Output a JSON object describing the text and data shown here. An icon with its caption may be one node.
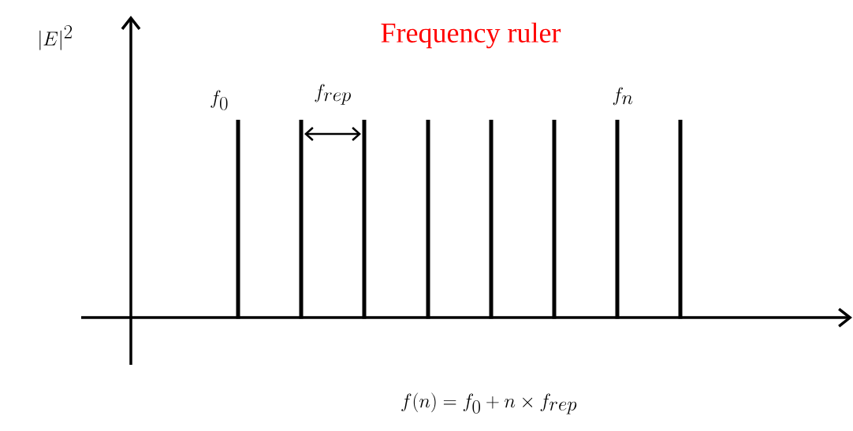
{
  "diagram": {
    "title": "Frequency ruler",
    "labels": [
      "|E|^2",
      "f_0",
      "f_{rep}",
      "f_n",
      "f(n) = f_0 + n \\times f_{rep}"
    ]
  }
}
